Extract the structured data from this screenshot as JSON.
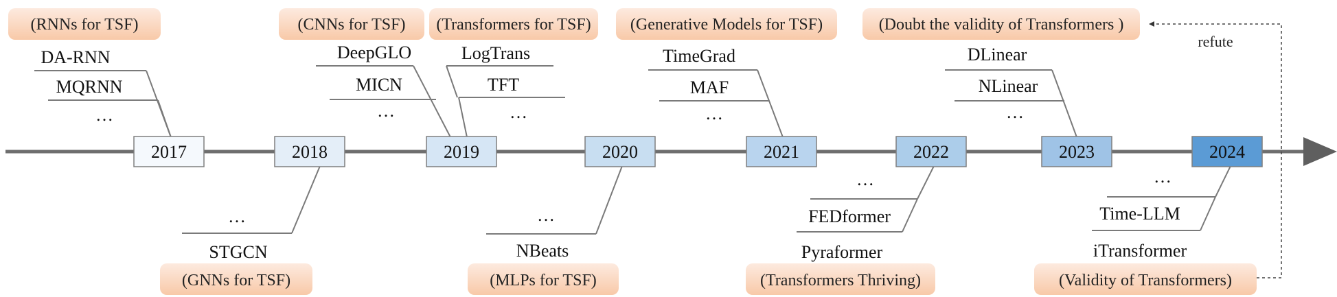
{
  "colors": {
    "axis": "#6e6e6e",
    "connector": "#7a7a7a",
    "tag_fill_top": "#fde3d2",
    "tag_fill_bottom": "#f7c6a4",
    "year_border": "#7f7f7f",
    "years": [
      "#f5f9fd",
      "#e4eef8",
      "#d6e6f5",
      "#c8def1",
      "#b9d4ee",
      "#accdea",
      "#9fc3e6",
      "#5b9bd5"
    ]
  },
  "years": [
    "2017",
    "2018",
    "2019",
    "2020",
    "2021",
    "2022",
    "2023",
    "2024"
  ],
  "tags": {
    "rnn": "(RNNs for TSF)",
    "cnn": "(CNNs for TSF)",
    "transformer": "(Transformers for TSF)",
    "generative": "(Generative Models for TSF)",
    "doubt": "(Doubt the validity of Transformers )",
    "gnn": "(GNNs for TSF)",
    "mlp": "(MLPs for TSF)",
    "thriving": "(Transformers Thriving)",
    "validity": "(Validity of Transformers)"
  },
  "models": {
    "y2017": [
      "DA-RNN",
      "MQRNN",
      "…"
    ],
    "y2018": [
      "…",
      "STGCN"
    ],
    "y2019a": [
      "DeepGLO",
      "MICN",
      "…"
    ],
    "y2019b": [
      "LogTrans",
      "TFT",
      "…"
    ],
    "y2020": [
      "…",
      "NBeats"
    ],
    "y2021": [
      "TimeGrad",
      "MAF",
      "…"
    ],
    "y2022": [
      "…",
      "FEDformer",
      "Pyraformer"
    ],
    "y2023": [
      "DLinear",
      "NLinear",
      "…"
    ],
    "y2024": [
      "…",
      "Time-LLM",
      "iTransformer"
    ]
  },
  "refute_label": "refute"
}
